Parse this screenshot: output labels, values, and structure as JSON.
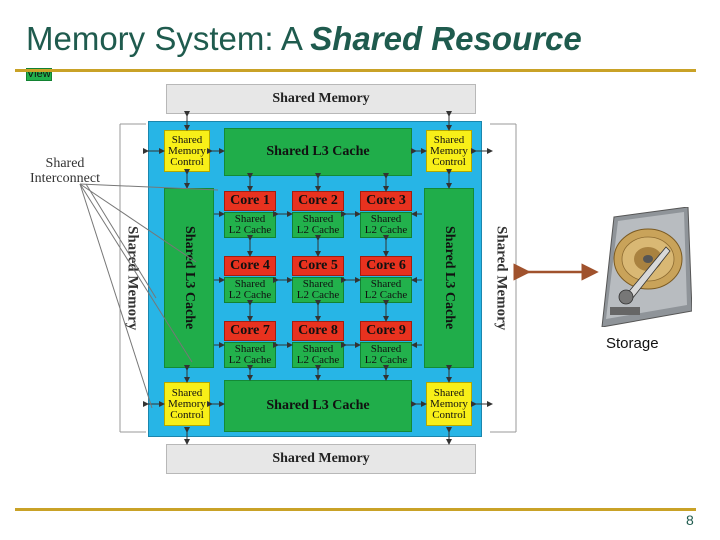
{
  "slide": {
    "title_plain": "Memory System: A ",
    "title_emph": "Shared Resource",
    "title_line2": "View",
    "page_number": "8",
    "rule_color": "#c9a227",
    "title_color": "#1f5b4e"
  },
  "diagram": {
    "shared_memory_top": "Shared Memory",
    "shared_memory_bottom": "Shared Memory",
    "shared_memory_left": "Shared Memory",
    "shared_memory_right": "Shared Memory",
    "l3_top": "Shared L3 Cache",
    "l3_bottom": "Shared L3 Cache",
    "l3_left": "Shared L3 Cache",
    "l3_right": "Shared L3 Cache",
    "memory_control": [
      "Shared",
      "Memory",
      "Control"
    ],
    "interconnect": [
      "Shared",
      "Interconnect"
    ],
    "cores": [
      {
        "name": "Core 1",
        "l2": [
          "Shared",
          "L2 Cache"
        ]
      },
      {
        "name": "Core 2",
        "l2": [
          "Shared",
          "L2 Cache"
        ]
      },
      {
        "name": "Core 3",
        "l2": [
          "Shared",
          "L2 Cache"
        ]
      },
      {
        "name": "Core 4",
        "l2": [
          "Shared",
          "L2 Cache"
        ]
      },
      {
        "name": "Core 5",
        "l2": [
          "Shared",
          "L2 Cache"
        ]
      },
      {
        "name": "Core 6",
        "l2": [
          "Shared",
          "L2 Cache"
        ]
      },
      {
        "name": "Core 7",
        "l2": [
          "Shared",
          "L2 Cache"
        ]
      },
      {
        "name": "Core 8",
        "l2": [
          "Shared",
          "L2 Cache"
        ]
      },
      {
        "name": "Core 9",
        "l2": [
          "Shared",
          "L2 Cache"
        ]
      }
    ],
    "colors": {
      "chip": "#27b5e6",
      "l3": "#20ad4a",
      "control": "#f8ef18",
      "core": "#e8321f",
      "memory": "#e7e7e7",
      "arrow": "#a0522d"
    }
  },
  "storage": {
    "label": "Storage",
    "icon": "hard-drive-icon"
  }
}
